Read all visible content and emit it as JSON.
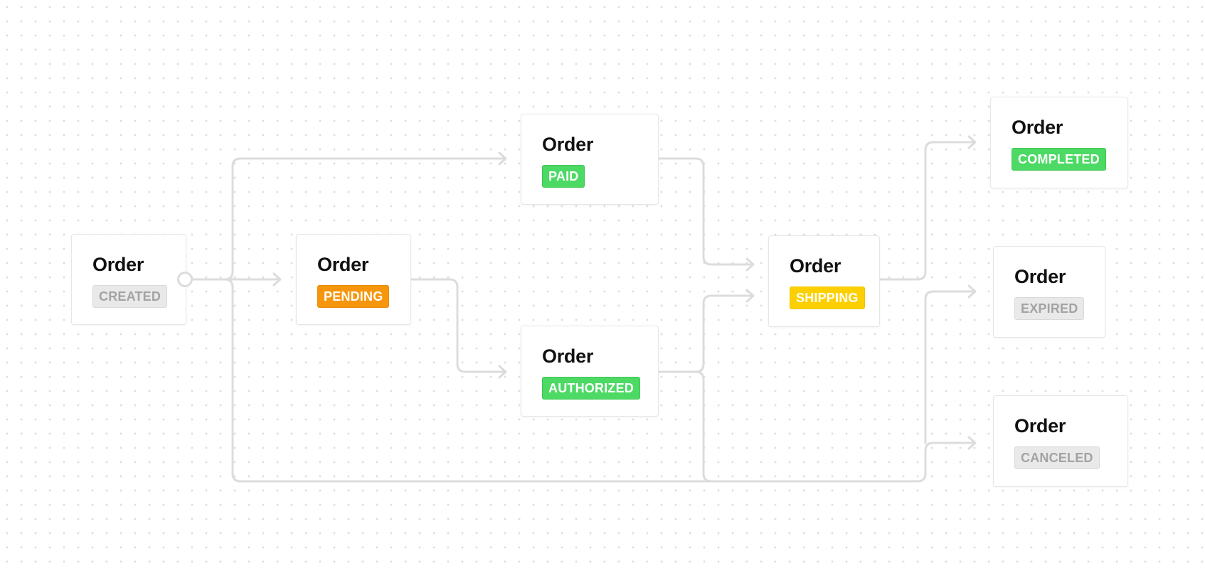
{
  "nodes": [
    {
      "id": "created",
      "title": "Order",
      "status": "CREATED",
      "status_color": "gray"
    },
    {
      "id": "pending",
      "title": "Order",
      "status": "PENDING",
      "status_color": "orange"
    },
    {
      "id": "paid",
      "title": "Order",
      "status": "PAID",
      "status_color": "green"
    },
    {
      "id": "authorized",
      "title": "Order",
      "status": "AUTHORIZED",
      "status_color": "green"
    },
    {
      "id": "shipping",
      "title": "Order",
      "status": "SHIPPING",
      "status_color": "yellow"
    },
    {
      "id": "completed",
      "title": "Order",
      "status": "COMPLETED",
      "status_color": "green"
    },
    {
      "id": "expired",
      "title": "Order",
      "status": "EXPIRED",
      "status_color": "gray"
    },
    {
      "id": "canceled",
      "title": "Order",
      "status": "CANCELED",
      "status_color": "gray"
    }
  ],
  "edges": [
    {
      "from": "created",
      "to": "pending"
    },
    {
      "from": "created",
      "to": "paid"
    },
    {
      "from": "created",
      "to": "canceled"
    },
    {
      "from": "pending",
      "to": "authorized"
    },
    {
      "from": "paid",
      "to": "shipping"
    },
    {
      "from": "authorized",
      "to": "shipping"
    },
    {
      "from": "authorized",
      "to": "expired"
    },
    {
      "from": "authorized",
      "to": "canceled"
    },
    {
      "from": "shipping",
      "to": "completed"
    }
  ],
  "colors": {
    "gray_badge_bg": "#e9e9e9",
    "orange_badge_bg": "#f5960c",
    "green_badge_bg": "#4cd964",
    "yellow_badge_bg": "#fcd000",
    "edge": "#dcdcdc"
  }
}
